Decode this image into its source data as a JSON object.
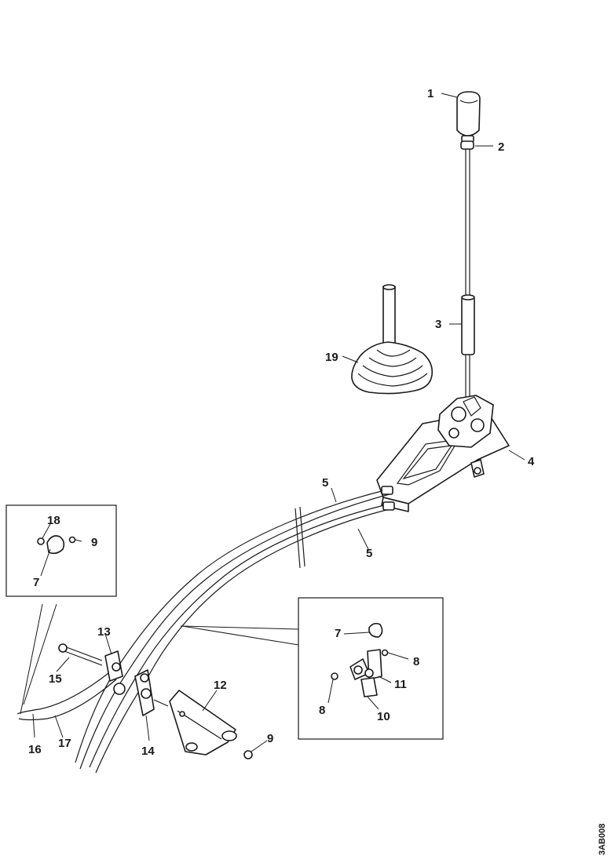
{
  "callouts": {
    "c1": "1",
    "c2": "2",
    "c3": "3",
    "c4": "4",
    "c5a": "5",
    "c5b": "5",
    "c19": "19",
    "c18": "18",
    "c9a": "9",
    "c7a": "7",
    "c13": "13",
    "c15": "15",
    "c16": "16",
    "c17": "17",
    "c14": "14",
    "c12": "12",
    "c9b": "9",
    "c7b": "7",
    "c8a": "8",
    "c11": "11",
    "c8b": "8",
    "c10": "10"
  },
  "reference_code": "3AB008"
}
